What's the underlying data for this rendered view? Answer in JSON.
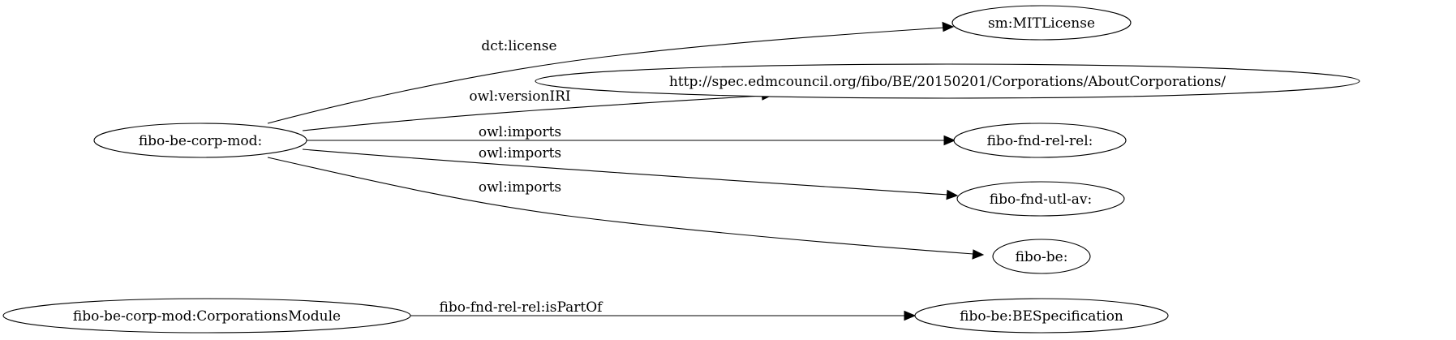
{
  "diagram": {
    "type": "graph",
    "nodes": {
      "corp_mod": "fibo-be-corp-mod:",
      "mit_license": "sm:MITLicense",
      "version_iri": "http://spec.edmcouncil.org/fibo/BE/20150201/Corporations/AboutCorporations/",
      "fnd_rel_rel": "fibo-fnd-rel-rel:",
      "fnd_utl_av": "fibo-fnd-utl-av:",
      "fibo_be": "fibo-be:",
      "corporations_module": "fibo-be-corp-mod:CorporationsModule",
      "be_specification": "fibo-be:BESpecification"
    },
    "edges": {
      "license": "dct:license",
      "version_iri": "owl:versionIRI",
      "imports_rel": "owl:imports",
      "imports_utl": "owl:imports",
      "imports_be": "owl:imports",
      "is_part_of": "fibo-fnd-rel-rel:isPartOf"
    },
    "relations": [
      {
        "from": "fibo-be-corp-mod:",
        "label": "dct:license",
        "to": "sm:MITLicense"
      },
      {
        "from": "fibo-be-corp-mod:",
        "label": "owl:versionIRI",
        "to": "http://spec.edmcouncil.org/fibo/BE/20150201/Corporations/AboutCorporations/"
      },
      {
        "from": "fibo-be-corp-mod:",
        "label": "owl:imports",
        "to": "fibo-fnd-rel-rel:"
      },
      {
        "from": "fibo-be-corp-mod:",
        "label": "owl:imports",
        "to": "fibo-fnd-utl-av:"
      },
      {
        "from": "fibo-be-corp-mod:",
        "label": "owl:imports",
        "to": "fibo-be:"
      },
      {
        "from": "fibo-be-corp-mod:CorporationsModule",
        "label": "fibo-fnd-rel-rel:isPartOf",
        "to": "fibo-be:BESpecification"
      }
    ]
  }
}
